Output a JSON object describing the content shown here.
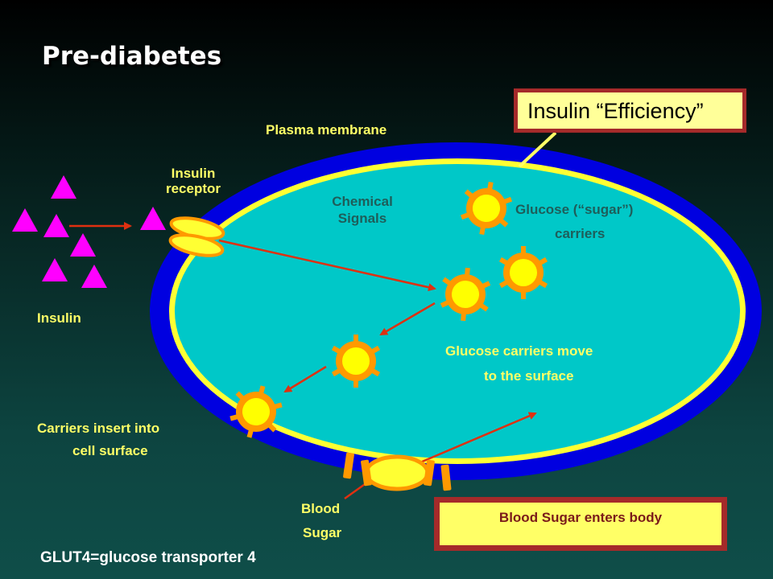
{
  "slide": {
    "title": "Pre-diabetes",
    "footnote": "GLUT4=glucose transporter 4"
  },
  "labels": {
    "plasma_membrane": "Plasma membrane",
    "insulin_receptor": "Insulin\nreceptor",
    "insulin": "Insulin",
    "chemical_signals": "Chemical\nSignals",
    "glucose_carriers_line1": "Glucose (“sugar”)",
    "glucose_carriers_line2": "carriers",
    "carriers_move_line1": "Glucose carriers move",
    "carriers_move_line2": "to  the surface",
    "carriers_insert_line1": "Carriers insert  into",
    "carriers_insert_line2": "cell surface",
    "blood_line1": "Blood",
    "blood_line2": "Sugar"
  },
  "callouts": {
    "insulin_efficiency": "Insulin “Efficiency”",
    "blood_sugar_enters": "Blood Sugar enters body"
  },
  "colors": {
    "membrane_outer": "#0000e0",
    "membrane_inner": "#ffff33",
    "cytoplasm": "#00c8c8",
    "insulin": "#ff00ff",
    "carrier_ring": "#ff9900",
    "carrier_core": "#ffff00",
    "arrow": "#e03010",
    "label_yellow": "#ffff66",
    "label_teal": "#1e5e5a",
    "callout_border": "#a52a2a"
  }
}
